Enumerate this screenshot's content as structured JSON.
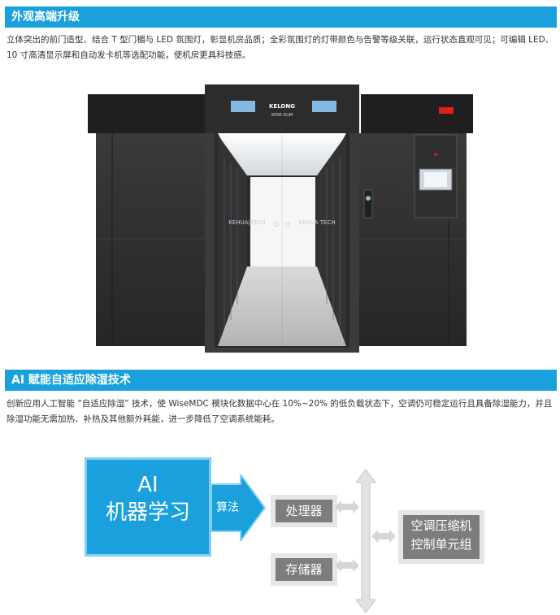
{
  "section1": {
    "title": "外观高端升级",
    "body": "立体突出的前门造型、结合 T 型门楣与 LED 氛围灯，彰显机房品质；全彩氛围灯的灯带颜色与告警等级关联，运行状态直观可见；可编辑 LED、10 寸高清显示屏和自动发卡机等选配功能，使机房更具科技感。"
  },
  "product": {
    "brand_top": "KELONG",
    "brand_bottom": "WISE-DUM",
    "door_text_left": "KEHUA|TECH",
    "door_text_right": "KEHUA TECH"
  },
  "section2": {
    "title": "AI 赋能自适应除湿技术",
    "body": "创新应用人工智能 “自适应除湿” 技术，使 WiseMDC 模块化数据中心在 10%~20% 的低负载状态下，空调仍可稳定运行且具备除湿能力，并且除湿功能无需加热、补热及其他额外耗能，进一步降低了空调系统能耗。"
  },
  "diagram": {
    "ai_line1": "AI",
    "ai_line2": "机器学习",
    "arrow_label": "算法",
    "processor": "处理器",
    "storage": "存储器",
    "controller_line1": "空调压缩机",
    "controller_line2": "控制单元组"
  },
  "colors": {
    "accent": "#1aa0dc",
    "box_gray": "#7d7d7d",
    "cabinet": "#2b2b2b"
  }
}
